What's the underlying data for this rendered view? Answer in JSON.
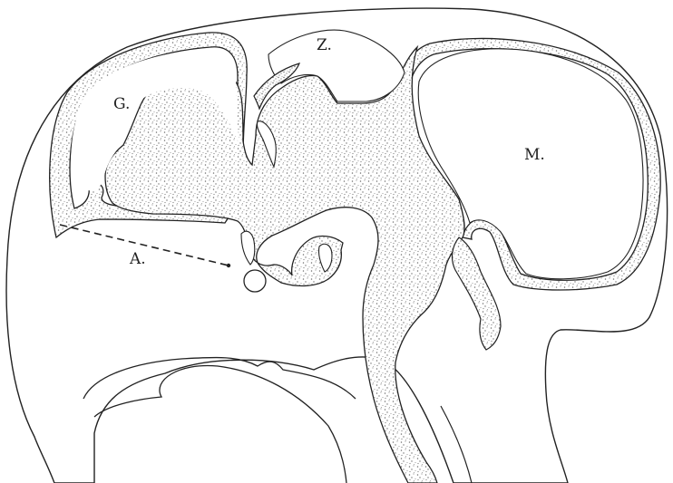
{
  "labels": {
    "g": "G.",
    "z": "Z.",
    "m": "M.",
    "a": "A."
  },
  "colors": {
    "line": "#222222",
    "stipple": "#8a8a8a",
    "paper": "#ffffff"
  }
}
